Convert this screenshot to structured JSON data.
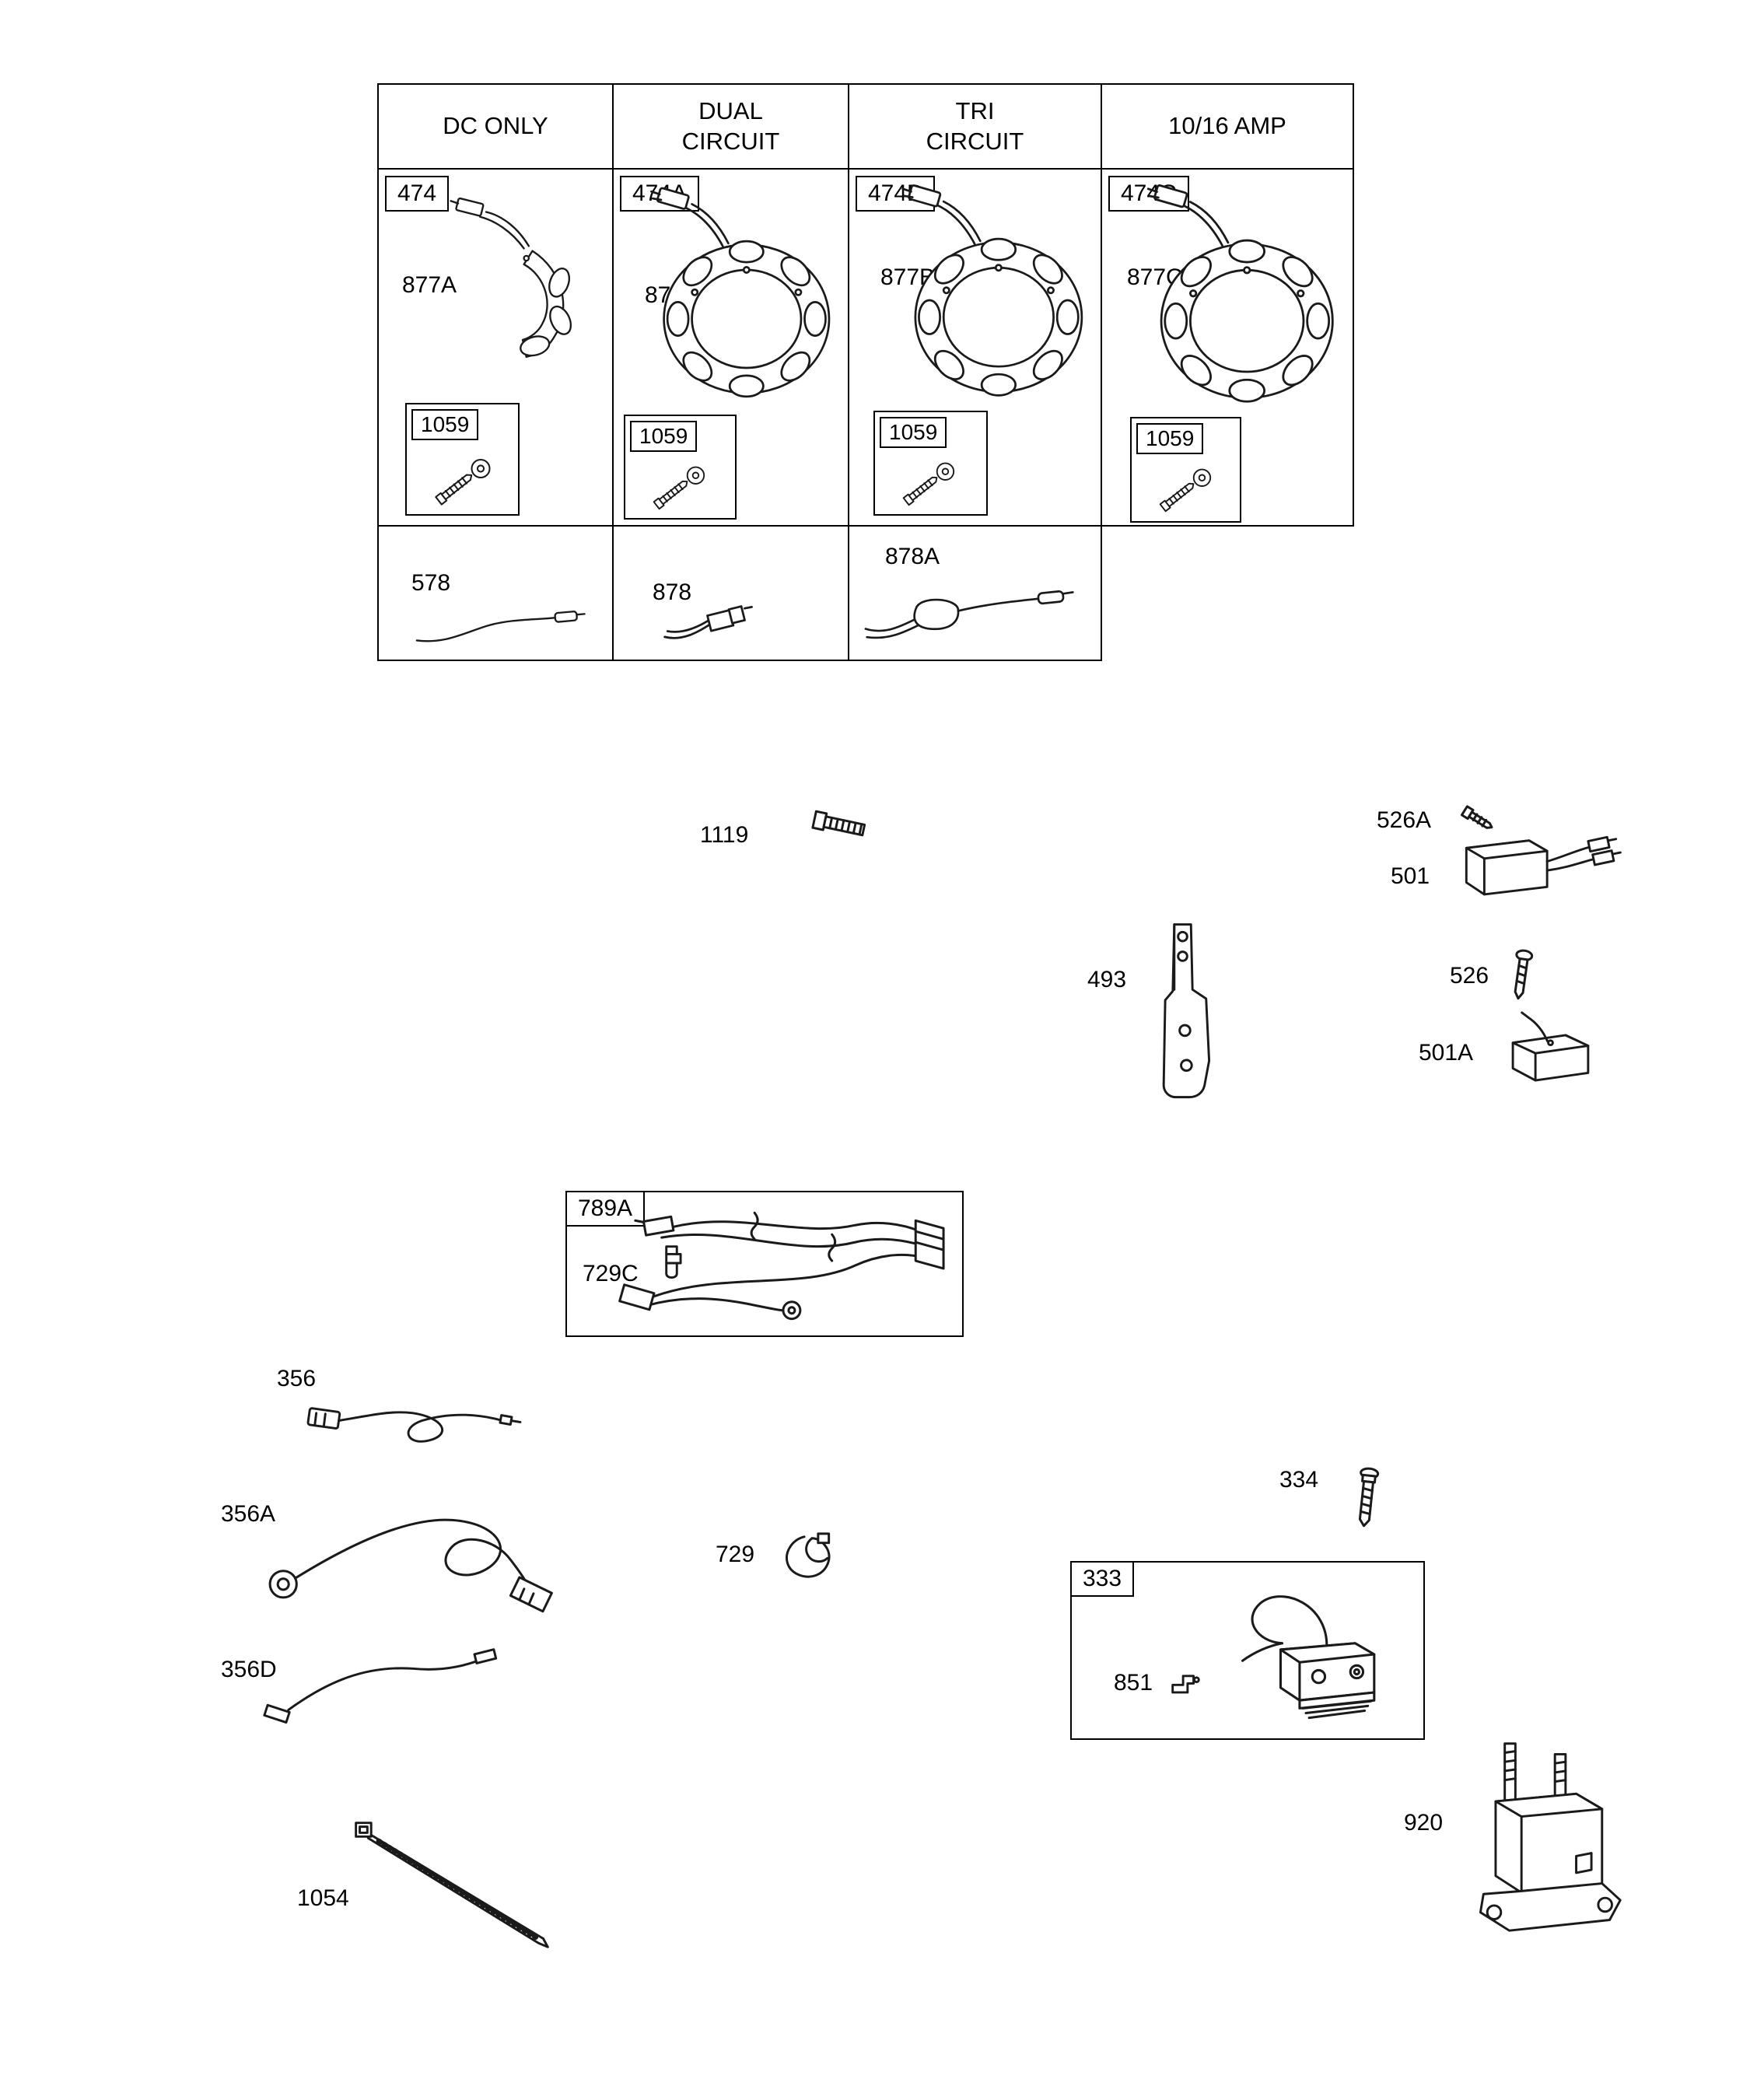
{
  "table": {
    "headers": [
      "DC ONLY",
      "DUAL\nCIRCUIT",
      "TRI\nCIRCUIT",
      "10/16 AMP"
    ],
    "cells": [
      {
        "ref": "474",
        "part": "877A",
        "inset_ref": "1059"
      },
      {
        "ref": "474A",
        "part": "877",
        "inset_ref": "1059"
      },
      {
        "ref": "474B",
        "part": "877B",
        "inset_ref": "1059"
      },
      {
        "ref": "474C",
        "part": "877C",
        "inset_ref": "1059"
      }
    ],
    "bottom_cells": [
      {
        "part": "578"
      },
      {
        "part": "878"
      },
      {
        "part": "878A"
      }
    ]
  },
  "parts": {
    "bolt_1119": "1119",
    "screw_526a": "526A",
    "regulator_501": "501",
    "bracket_493": "493",
    "screw_526": "526",
    "module_501a": "501A",
    "harness_box_789a": "789A",
    "boot_729c": "729C",
    "wire_356": "356",
    "wire_356a": "356A",
    "wire_356d": "356D",
    "clamp_729": "729",
    "screw_334": "334",
    "coil_box_333": "333",
    "terminal_851": "851",
    "cable_tie_1054": "1054",
    "solenoid_920": "920"
  },
  "colors": {
    "line": "#1a1a1a",
    "background": "#ffffff"
  }
}
